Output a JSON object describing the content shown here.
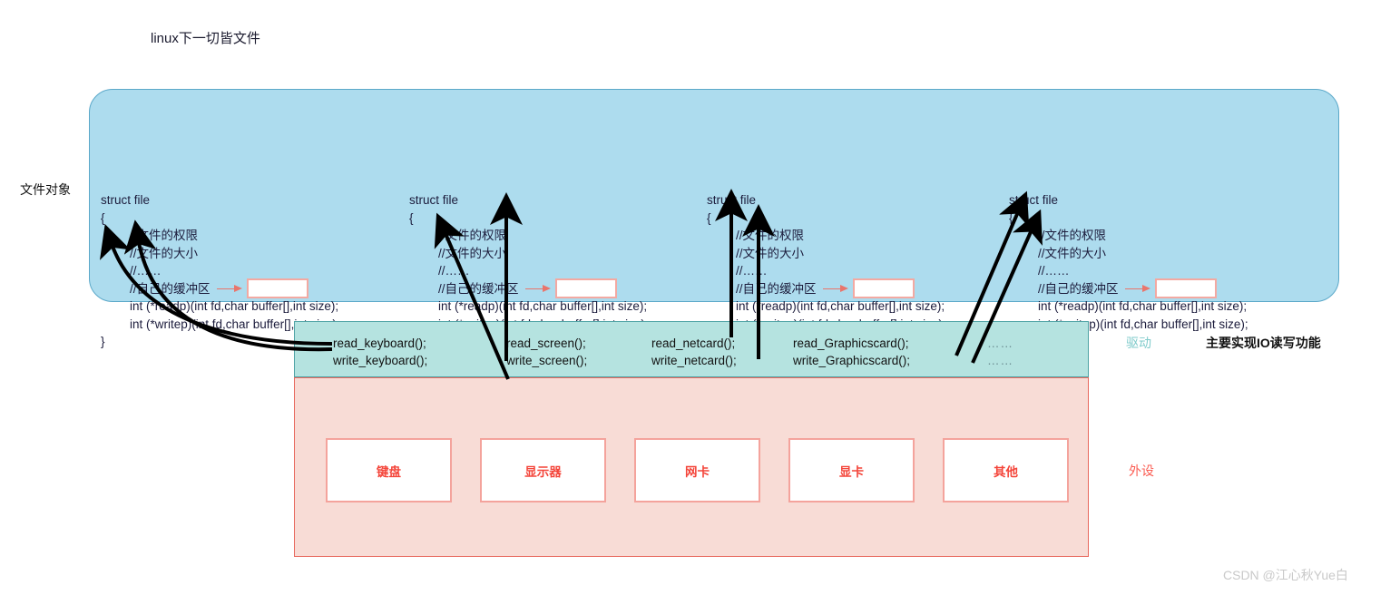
{
  "title": "linux下一切皆文件",
  "labels": {
    "file_object": "文件对象",
    "driver": "驱动",
    "driver_desc": "主要实现IO读写功能",
    "peripheral": "外设"
  },
  "watermark": "CSDN @江心秋Yue白",
  "colors": {
    "file_panel_bg": "#ADDCEE",
    "file_panel_border": "#5BA8C9",
    "driver_bg": "#B5E3E0",
    "driver_border": "#4FA3A5",
    "peripheral_bg": "#F8DCD6",
    "peripheral_border": "#E8695E",
    "device_text": "#F4453A",
    "device_border": "#F4A39C",
    "buffer_border": "#F3A9A2",
    "buffer_arrow": "#E9756C",
    "driver_label": "#7FCBCB",
    "peripheral_label": "#FB5C52",
    "arrow": "#000000",
    "watermark": "#c9c9c9"
  },
  "file_objects": [
    {
      "head": "struct file",
      "open_brace": "{",
      "comments": [
        "//文件的权限",
        "//文件的大小",
        "//……"
      ],
      "buffer_comment": "//自己的缓冲区",
      "buffer_value": "",
      "functions": [
        "int (*readp)(int fd,char buffer[],int size);",
        "int (*writep)(int fd,char buffer[],int size);"
      ],
      "close_brace": "}"
    },
    {
      "head": "struct file",
      "open_brace": "{",
      "comments": [
        "//文件的权限",
        "//文件的大小",
        "//……"
      ],
      "buffer_comment": "//自己的缓冲区",
      "buffer_value": "",
      "functions": [
        "int (*readp)(int fd,char buffer[],int size);",
        "int (*writep)(int fd,char buffer[],int size);"
      ],
      "close_brace": "}"
    },
    {
      "head": "struct file",
      "open_brace": "{",
      "comments": [
        "//文件的权限",
        "//文件的大小",
        "//……"
      ],
      "buffer_comment": "//自己的缓冲区",
      "buffer_value": "",
      "functions": [
        "int (*readp)(int fd,char buffer[],int size);",
        "int (*writep)(int fd,char buffer[],int size);"
      ],
      "close_brace": "}"
    },
    {
      "head": "struct file",
      "open_brace": "{",
      "comments": [
        "//文件的权限",
        "//文件的大小",
        "//……"
      ],
      "buffer_comment": "//自己的缓冲区",
      "buffer_value": "",
      "functions": [
        "int (*readp)(int fd,char buffer[],int size);",
        "int (*writep)(int fd,char buffer[],int size);"
      ],
      "close_brace": "}"
    }
  ],
  "driver_columns": [
    {
      "read": "read_keyboard();",
      "write": "write_keyboard();"
    },
    {
      "read": "read_screen();",
      "write": "write_screen();"
    },
    {
      "read": "read_netcard();",
      "write": "write_netcard();"
    },
    {
      "read": "read_Graphicscard();",
      "write": "write_Graphicscard();"
    },
    {
      "read": "……",
      "write": "……"
    }
  ],
  "devices": [
    {
      "label": "键盘"
    },
    {
      "label": "显示器"
    },
    {
      "label": "网卡"
    },
    {
      "label": "显卡"
    },
    {
      "label": "其他"
    }
  ]
}
